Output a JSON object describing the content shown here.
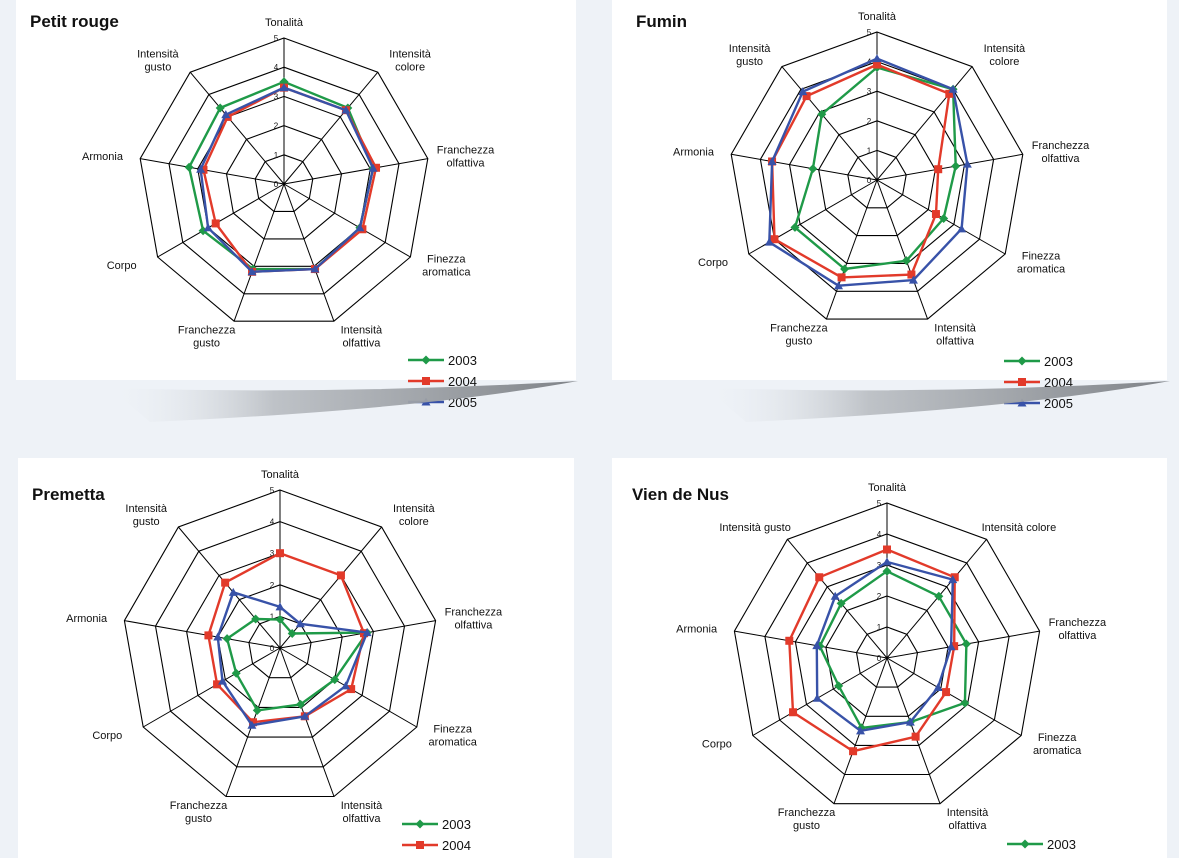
{
  "colors": {
    "2003": "#1f9a48",
    "2004": "#e23a2a",
    "2005": "#3852a8",
    "grid": "#000000"
  },
  "legend": [
    "2003",
    "2004",
    "2005"
  ],
  "chart_data": [
    {
      "type": "radar",
      "title": "Petit rouge",
      "axes": [
        [
          "Tonalità"
        ],
        [
          "Intensità",
          "colore"
        ],
        [
          "Franchezza",
          "olfattiva"
        ],
        [
          "Finezza",
          "aromatica"
        ],
        [
          "Intensità",
          "olfattiva"
        ],
        [
          "Franchezza",
          "gusto"
        ],
        [
          "Corpo"
        ],
        [
          "Armonia"
        ],
        [
          "Intensità",
          "gusto"
        ]
      ],
      "ticks": [
        "0",
        "1",
        "2",
        "3",
        "4",
        "5"
      ],
      "rmax": 5,
      "legend": "bottom-right",
      "series": [
        {
          "name": "2003",
          "values": [
            3.5,
            3.4,
            3.1,
            3.0,
            3.1,
            3.1,
            3.2,
            3.3,
            3.4
          ]
        },
        {
          "name": "2004",
          "values": [
            3.3,
            3.3,
            3.2,
            3.1,
            3.1,
            3.2,
            2.7,
            2.8,
            3.0
          ]
        },
        {
          "name": "2005",
          "values": [
            3.3,
            3.3,
            3.1,
            3.0,
            3.1,
            3.2,
            3.0,
            2.9,
            3.1
          ]
        }
      ]
    },
    {
      "type": "radar",
      "title": "Fumin",
      "axes": [
        [
          "Tonalità"
        ],
        [
          "Intensità",
          "colore"
        ],
        [
          "Franchezza",
          "olfattiva"
        ],
        [
          "Finezza",
          "aromatica"
        ],
        [
          "Intensità",
          "olfattiva"
        ],
        [
          "Franchezza",
          "gusto"
        ],
        [
          "Corpo"
        ],
        [
          "Armonia"
        ],
        [
          "Intensità",
          "gusto"
        ]
      ],
      "ticks": [
        "0",
        "1",
        "2",
        "3",
        "4",
        "5"
      ],
      "rmax": 5,
      "legend": "bottom-right",
      "series": [
        {
          "name": "2003",
          "values": [
            3.8,
            4.0,
            2.7,
            2.6,
            2.9,
            3.2,
            3.2,
            2.2,
            2.9
          ]
        },
        {
          "name": "2004",
          "values": [
            3.9,
            3.8,
            2.1,
            2.3,
            3.4,
            3.5,
            4.0,
            3.6,
            3.7
          ]
        },
        {
          "name": "2005",
          "values": [
            4.1,
            4.0,
            3.1,
            3.3,
            3.6,
            3.8,
            4.2,
            3.6,
            3.9
          ]
        }
      ]
    },
    {
      "type": "radar",
      "title": "Premetta",
      "axes": [
        [
          "Tonalità"
        ],
        [
          "Intensità",
          "colore"
        ],
        [
          "Franchezza",
          "olfattiva"
        ],
        [
          "Finezza",
          "aromatica"
        ],
        [
          "Intensità",
          "olfattiva"
        ],
        [
          "Franchezza",
          "gusto"
        ],
        [
          "Corpo"
        ],
        [
          "Armonia"
        ],
        [
          "Intensità",
          "gusto"
        ]
      ],
      "ticks": [
        "0",
        "1",
        "2",
        "3",
        "4",
        "5"
      ],
      "rmax": 5,
      "legend": "bottom-right",
      "series": [
        {
          "name": "2003",
          "values": [
            0.9,
            0.6,
            2.8,
            2.0,
            1.9,
            2.1,
            1.6,
            1.7,
            1.2
          ]
        },
        {
          "name": "2004",
          "values": [
            3.0,
            3.0,
            2.7,
            2.6,
            2.3,
            2.5,
            2.3,
            2.3,
            2.7
          ]
        },
        {
          "name": "2005",
          "values": [
            1.3,
            1.0,
            2.8,
            2.4,
            2.3,
            2.6,
            2.1,
            2.0,
            2.3
          ]
        }
      ]
    },
    {
      "type": "radar",
      "title": "Vien de Nus",
      "axes": [
        [
          "Tonalità"
        ],
        [
          "Intensità colore"
        ],
        [
          "Franchezza",
          "olfattiva"
        ],
        [
          "Finezza",
          "aromatica"
        ],
        [
          "Intensità",
          "olfattiva"
        ],
        [
          "Franchezza",
          "gusto"
        ],
        [
          "Corpo"
        ],
        [
          "Armonia"
        ],
        [
          "Intensità gusto"
        ]
      ],
      "ticks": [
        "0",
        "1",
        "2",
        "3",
        "4",
        "5"
      ],
      "rmax": 5,
      "legend": "bottom-right",
      "series": [
        {
          "name": "2003",
          "values": [
            2.8,
            2.6,
            2.6,
            2.9,
            2.2,
            2.4,
            1.8,
            2.2,
            2.3
          ]
        },
        {
          "name": "2004",
          "values": [
            3.5,
            3.4,
            2.2,
            2.2,
            2.7,
            3.2,
            3.5,
            3.2,
            3.4
          ]
        },
        {
          "name": "2005",
          "values": [
            3.1,
            3.3,
            2.1,
            1.9,
            2.2,
            2.5,
            2.6,
            2.3,
            2.6
          ]
        }
      ]
    }
  ]
}
